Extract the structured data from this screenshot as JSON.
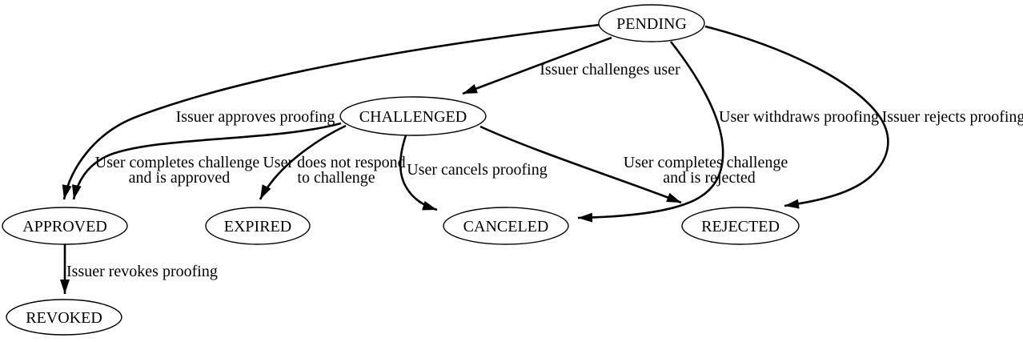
{
  "diagram_type": "state-machine",
  "colors": {
    "background": "#ffffff",
    "line": "#000000",
    "text": "#000000",
    "node_fill": "#ffffff"
  },
  "nodes": [
    {
      "id": "pending",
      "label": "PENDING"
    },
    {
      "id": "challenged",
      "label": "CHALLENGED"
    },
    {
      "id": "approved",
      "label": "APPROVED"
    },
    {
      "id": "expired",
      "label": "EXPIRED"
    },
    {
      "id": "canceled",
      "label": "CANCELED"
    },
    {
      "id": "rejected",
      "label": "REJECTED"
    },
    {
      "id": "revoked",
      "label": "REVOKED"
    }
  ],
  "edges": [
    {
      "from": "PENDING",
      "to": "CHALLENGED",
      "label": "Issuer challenges user"
    },
    {
      "from": "PENDING",
      "to": "APPROVED",
      "label": "Issuer approves proofing"
    },
    {
      "from": "CHALLENGED",
      "to": "APPROVED",
      "label": "User completes challenge and is approved",
      "line1": "User completes challenge",
      "line2": "and is approved"
    },
    {
      "from": "CHALLENGED",
      "to": "EXPIRED",
      "label": "User does not respond to challenge",
      "line1": "User does not respond",
      "line2": "to challenge"
    },
    {
      "from": "CHALLENGED",
      "to": "CANCELED",
      "label": "User cancels proofing"
    },
    {
      "from": "CHALLENGED",
      "to": "REJECTED",
      "label": "User completes challenge and is rejected",
      "line1": "User completes challenge",
      "line2": "and is rejected"
    },
    {
      "from": "PENDING",
      "to": "CANCELED",
      "label": "User withdraws proofing"
    },
    {
      "from": "PENDING",
      "to": "REJECTED",
      "label": "Issuer rejects proofing"
    },
    {
      "from": "APPROVED",
      "to": "REVOKED",
      "label": "Issuer revokes proofing"
    }
  ]
}
